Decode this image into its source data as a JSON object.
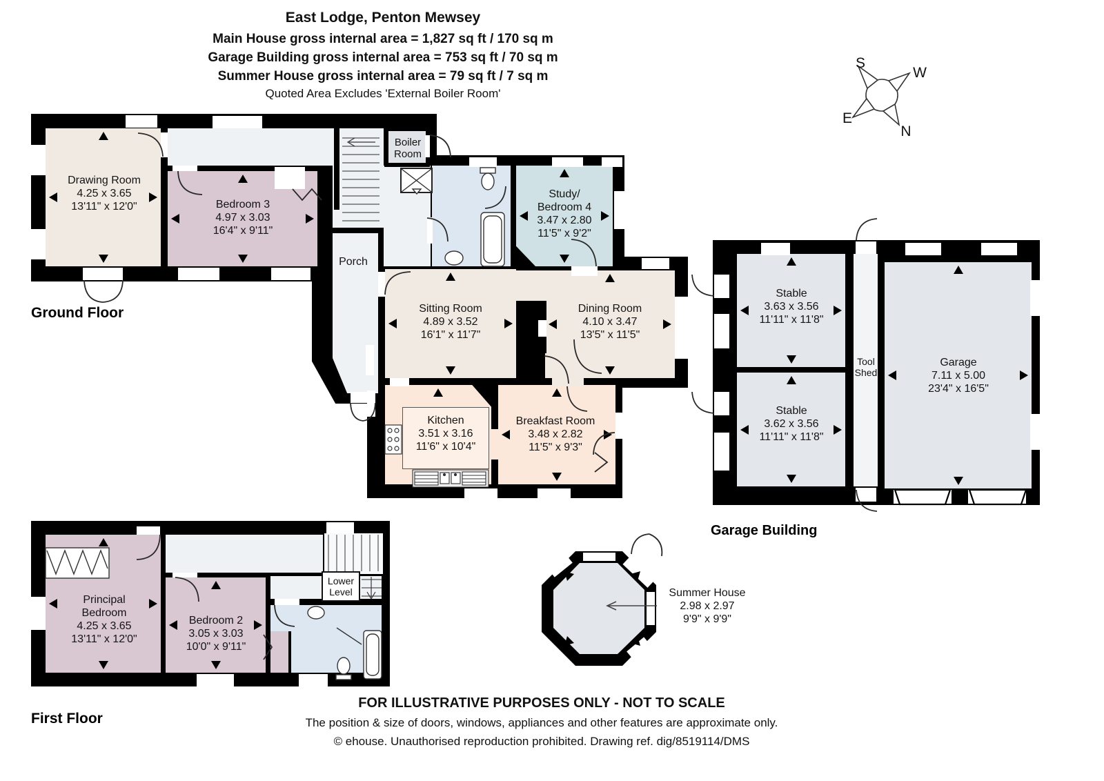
{
  "header": {
    "title": "East Lodge, Penton Mewsey",
    "area_lines": [
      "Main House gross internal area = 1,827 sq ft / 170 sq m",
      "Garage Building gross internal area = 753 sq ft / 70 sq m",
      "Summer House gross internal area = 79 sq ft / 7 sq m"
    ],
    "note": "Quoted Area Excludes 'External Boiler Room'"
  },
  "compass": {
    "north": "N",
    "south": "S",
    "east": "E",
    "west": "W"
  },
  "floor_labels": {
    "ground": "Ground Floor",
    "first": "First Floor",
    "garage_building": "Garage Building"
  },
  "rooms": {
    "drawing_room": {
      "name": "Drawing Room",
      "metric": "4.25 x 3.65",
      "imperial": "13'11\" x 12'0\""
    },
    "bedroom3": {
      "name": "Bedroom 3",
      "metric": "4.97 x 3.03",
      "imperial": "16'4\" x 9'11\""
    },
    "boiler_room": {
      "name": "Boiler\nRoom"
    },
    "porch": {
      "name": "Porch"
    },
    "study_bedroom4": {
      "name": "Study/\nBedroom 4",
      "metric": "3.47 x 2.80",
      "imperial": "11'5\" x 9'2\""
    },
    "sitting_room": {
      "name": "Sitting Room",
      "metric": "4.89 x 3.52",
      "imperial": "16'1\" x 11'7\""
    },
    "dining_room": {
      "name": "Dining Room",
      "metric": "4.10 x 3.47",
      "imperial": "13'5\" x 11'5\""
    },
    "kitchen": {
      "name": "Kitchen",
      "metric": "3.51 x 3.16",
      "imperial": "11'6\" x 10'4\""
    },
    "breakfast_room": {
      "name": "Breakfast Room",
      "metric": "3.48 x 2.82",
      "imperial": "11'5\" x 9'3\""
    },
    "principal_bedroom": {
      "name": "Principal\nBedroom",
      "metric": "4.25 x 3.65",
      "imperial": "13'11\" x 12'0\""
    },
    "bedroom2": {
      "name": "Bedroom 2",
      "metric": "3.05 x 3.03",
      "imperial": "10'0\" x 9'11\""
    },
    "lower_level": {
      "name": "Lower\nLevel"
    },
    "stable1": {
      "name": "Stable",
      "metric": "3.63 x 3.56",
      "imperial": "11'11\" x 11'8\""
    },
    "stable2": {
      "name": "Stable",
      "metric": "3.62 x 3.56",
      "imperial": "11'11\" x 11'8\""
    },
    "tool_shed": {
      "name": "Tool\nShed"
    },
    "garage": {
      "name": "Garage",
      "metric": "7.11 x 5.00",
      "imperial": "23'4\" x 16'5\""
    },
    "summer_house": {
      "name": "Summer House",
      "metric": "2.98 x 2.97",
      "imperial": "9'9\" x 9'9\""
    }
  },
  "footer": {
    "line1": "FOR ILLUSTRATIVE PURPOSES ONLY - NOT TO SCALE",
    "line2": "The position & size of doors, windows, appliances and other features are approximate only.",
    "line3": "© ehouse. Unauthorised reproduction prohibited. Drawing ref. dig/8519114/DMS"
  },
  "colors": {
    "wall": "#000000",
    "reception": "#f1eae3",
    "bedroom": "#d9c7d1",
    "bathroom": "#dde7f1",
    "study": "#cfe1e4",
    "kitchen": "#fbe8db",
    "outbuilding": "#e3e6ea",
    "hall": "#eff2f5"
  }
}
